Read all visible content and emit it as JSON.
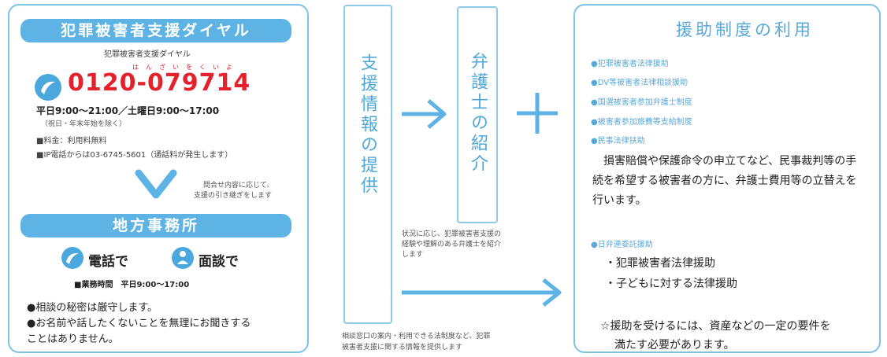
{
  "dial": {
    "banner": "犯罪被害者支援ダイヤル",
    "caption": "犯罪被害者支援ダイヤル",
    "ruby": "はんざいをくいよ",
    "number": "0120-079714",
    "hours": "平日9:00～21:00／土曜日9:00～17:00",
    "hours_note": "（祝日・年末年始を除く）",
    "fee_label": "■料金：利用料無料",
    "ip_label": "■IP電話からは03-6745-5601（通話料が発生します）"
  },
  "referral_note": [
    "問合せ内容に応じて、",
    "支援の引き継ぎをします"
  ],
  "office": {
    "banner": "地方事務所",
    "phone_label": "電話で",
    "visit_label": "面談で",
    "hours": "■業務時間　平日9:00～17:00",
    "notes": [
      "●相談の秘密は厳守します。",
      "●お名前や話したくないことを無理にお聞きする",
      "ことはありません。"
    ]
  },
  "info_box": {
    "label": "支援情報の提供",
    "caption": [
      "相談窓口の案内・利用できる法制度など、犯罪",
      "被害者支援に関する情報を提供します"
    ]
  },
  "lawyer_box": {
    "label": "弁護士の紹介",
    "caption": [
      "状況に応じ、犯罪被害者支援の",
      "経験や理解のある弁護士を紹介",
      "します"
    ]
  },
  "aid": {
    "title": "援助制度の利用",
    "items": [
      "●犯罪被害者法律援助",
      "●DV等被害者法律相談援助",
      "●国選被害者参加弁護士制度",
      "●被害者参加旅費等支給制度",
      "●民事法律扶助"
    ],
    "civil_desc": [
      "損害賠償や保護命令の申立てなど、民事裁判等の手",
      "続を希望する被害者の方に、弁護士費用等の立替えを",
      "行います。"
    ],
    "daily_heading": "●日弁連委託援助",
    "daily_items": [
      "・犯罪被害者法律援助",
      "・子どもに対する法律援助"
    ],
    "requirement": [
      "☆援助を受けるには、資産などの一定の要件を",
      "満たす必要があります。"
    ]
  },
  "colors": {
    "accent": "#5db3e3",
    "phone_red": "#e4222e",
    "border": "#7cc3e6"
  }
}
